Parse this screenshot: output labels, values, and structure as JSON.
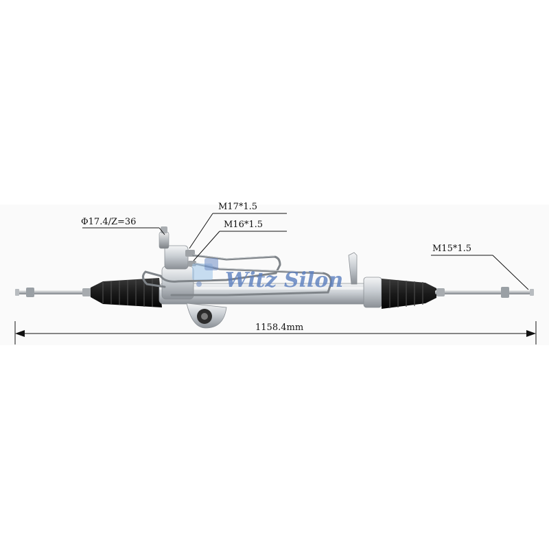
{
  "product": {
    "annotations": {
      "pinion_spec": "Φ17.4/Z=36",
      "port_pressure": "M17*1.5",
      "port_return": "M16*1.5",
      "tie_rod_thread": "M15*1.5",
      "overall_length": "1158.4mm"
    },
    "watermark": {
      "text": "Witz Silon",
      "color": "#5b7fbf"
    },
    "colors": {
      "line": "#111111",
      "metal": "#c9ced3",
      "boot": "#1e1e1e"
    }
  }
}
